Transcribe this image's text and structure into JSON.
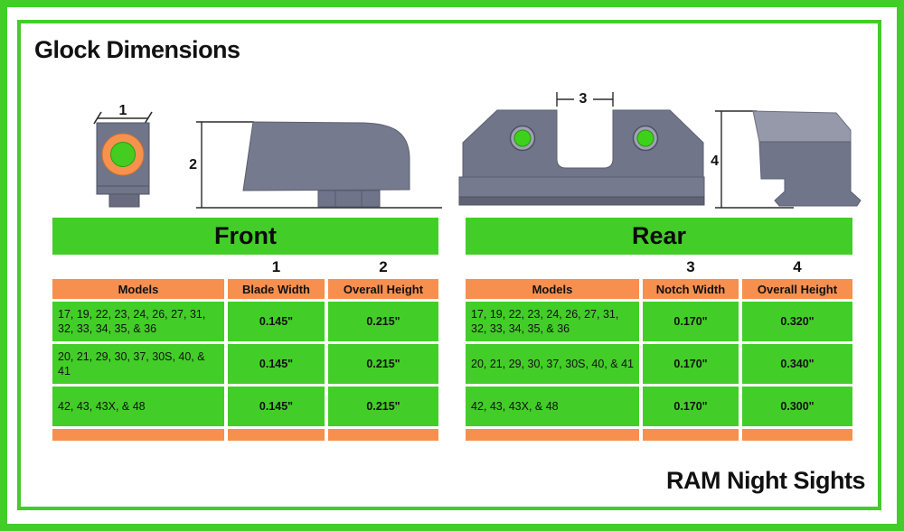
{
  "title": "Glock Dimensions",
  "brand": "RAM Night Sights",
  "colors": {
    "accent_green": "#43CD28",
    "accent_orange": "#F78F4E",
    "sight_gray": "#71758A",
    "tritium_dot_green": "#3DD11C",
    "front_ring_orange": "#F7924E"
  },
  "front": {
    "banner": "Front",
    "dim_labels": [
      "1",
      "2"
    ],
    "table": {
      "headers": [
        "Models",
        "Blade Width",
        "Overall Height"
      ],
      "rows": [
        {
          "models": "17, 19, 22, 23, 24, 26, 27, 31, 32, 33, 34, 35, & 36",
          "width": "0.145\"",
          "height": "0.215\""
        },
        {
          "models": "20, 21, 29, 30, 37, 30S, 40, & 41",
          "width": "0.145\"",
          "height": "0.215\""
        },
        {
          "models": "42, 43, 43X, & 48",
          "width": "0.145\"",
          "height": "0.215\""
        }
      ]
    }
  },
  "rear": {
    "banner": "Rear",
    "dim_labels": [
      "3",
      "4"
    ],
    "table": {
      "headers": [
        "Models",
        "Notch Width",
        "Overall Height"
      ],
      "rows": [
        {
          "models": "17, 19, 22, 23, 24, 26, 27, 31, 32, 33, 34, 35, & 36",
          "width": "0.170\"",
          "height": "0.320\""
        },
        {
          "models": "20, 21, 29, 30, 37, 30S, 40, & 41",
          "width": "0.170\"",
          "height": "0.340\""
        },
        {
          "models": "42, 43, 43X, & 48",
          "width": "0.170\"",
          "height": "0.300\""
        }
      ]
    }
  }
}
